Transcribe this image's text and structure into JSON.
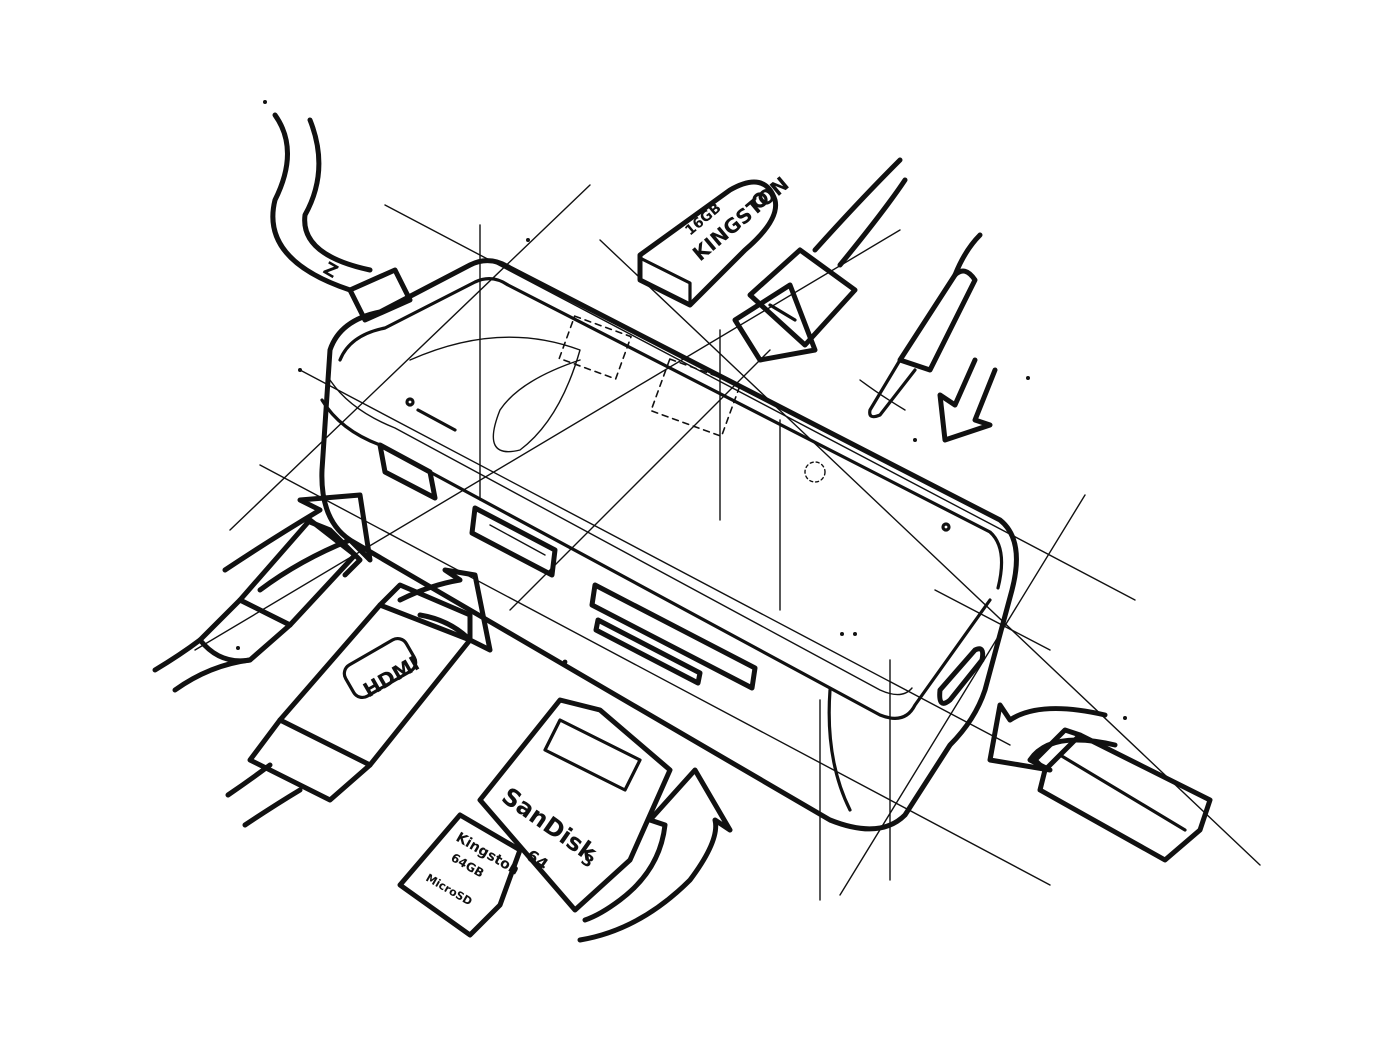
{
  "drawing": {
    "ink_color": "#111111",
    "paper_color": "#ffffff",
    "labels": {
      "hdmi": "HDMI",
      "usb_drive_brand": "KINGSTON",
      "usb_drive_capacity": "16GB",
      "sd_brand": "SanDisk",
      "sd_number": "3",
      "sd_capacity": "64",
      "microsd_brand": "Kingston",
      "microsd_capacity": "64GB",
      "microsd_class": "MicroSD",
      "cable_mark": "Z"
    }
  }
}
